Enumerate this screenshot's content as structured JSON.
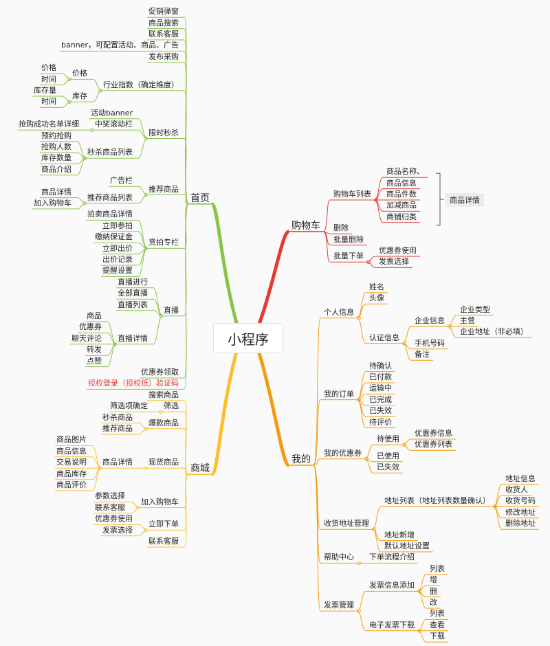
{
  "root": "小程序",
  "colors": {
    "green": "#8bc34a",
    "red": "#e53935",
    "yellow": "#fbc02d",
    "orange": "#f39c12"
  },
  "summary_label": "商品详情",
  "left": [
    {
      "id": "home",
      "label": "首页",
      "color": "#8bc34a",
      "children": [
        {
          "label": "促销弹窗"
        },
        {
          "label": "商品搜索"
        },
        {
          "label": "联系客服"
        },
        {
          "label": "banner，可配置活动、商品、广告"
        },
        {
          "label": "发布采购"
        },
        {
          "label": "行业指数（确定维度）",
          "children": [
            {
              "label": "价格",
              "children": [
                {
                  "label": "价格"
                },
                {
                  "label": "时间"
                }
              ]
            },
            {
              "label": "库存",
              "children": [
                {
                  "label": "库存量"
                },
                {
                  "label": "时间"
                }
              ]
            }
          ]
        },
        {
          "label": "限时秒杀",
          "children": [
            {
              "label": "活动banner"
            },
            {
              "label": "中奖滚动栏",
              "children": [
                {
                  "label": "抢购成功名单详细"
                }
              ]
            },
            {
              "label": "秒杀商品列表",
              "children": [
                {
                  "label": "预约抢购"
                },
                {
                  "label": "抢购人数"
                },
                {
                  "label": "库存数量"
                },
                {
                  "label": "商品介绍"
                }
              ]
            }
          ]
        },
        {
          "label": "推荐商品",
          "children": [
            {
              "label": "广告栏"
            },
            {
              "label": "推荐商品列表",
              "children": [
                {
                  "label": "商品详情"
                },
                {
                  "label": "加入购物车"
                }
              ]
            }
          ]
        },
        {
          "label": "竞拍专栏",
          "children": [
            {
              "label": "拍卖商品详情"
            },
            {
              "label": "立即参拍"
            },
            {
              "label": "缴纳保证金"
            },
            {
              "label": "立即出价"
            },
            {
              "label": "出价记录"
            },
            {
              "label": "提醒设置"
            }
          ]
        },
        {
          "label": "直播",
          "children": [
            {
              "label": "直播进行"
            },
            {
              "label": "全部直播"
            },
            {
              "label": "直播列表"
            },
            {
              "label": "直播详情",
              "children": [
                {
                  "label": "商品"
                },
                {
                  "label": "优惠券"
                },
                {
                  "label": "聊天评论"
                },
                {
                  "label": "转发"
                },
                {
                  "label": "点赞"
                }
              ]
            }
          ]
        },
        {
          "label": "优惠券领取"
        },
        {
          "label": "授权登录（授权低）验证码",
          "highlight": true
        }
      ]
    },
    {
      "id": "mall",
      "label": "商城",
      "color": "#fbc02d",
      "children": [
        {
          "label": "搜索商品"
        },
        {
          "label": "筛选",
          "children": [
            {
              "label": "筛选项确定"
            }
          ]
        },
        {
          "label": "爆款商品",
          "children": [
            {
              "label": "秒杀商品"
            },
            {
              "label": "推荐商品"
            }
          ]
        },
        {
          "label": "现货商品",
          "children": [
            {
              "label": "商品详情",
              "children": [
                {
                  "label": "商品图片"
                },
                {
                  "label": "商品信息"
                },
                {
                  "label": "交易说明"
                },
                {
                  "label": "商品库存"
                },
                {
                  "label": "商品评价"
                }
              ]
            }
          ]
        },
        {
          "label": "加入购物车",
          "children": [
            {
              "label": "参数选择"
            },
            {
              "label": "联系客服"
            }
          ]
        },
        {
          "label": "立即下单",
          "children": [
            {
              "label": "优惠券使用"
            },
            {
              "label": "发票选择"
            }
          ]
        },
        {
          "label": "联系客服"
        }
      ]
    }
  ],
  "right": [
    {
      "id": "cart",
      "label": "购物车",
      "color": "#e53935",
      "children": [
        {
          "label": "购物车列表",
          "children": [
            {
              "label": "商品名称、"
            },
            {
              "label": "商品信息"
            },
            {
              "label": "商品件数"
            },
            {
              "label": "加减商品"
            },
            {
              "label": "商铺归类"
            }
          ]
        },
        {
          "label": "删除"
        },
        {
          "label": "批量删除"
        },
        {
          "label": "批量下单",
          "children": [
            {
              "label": "优惠券使用"
            },
            {
              "label": "发票选择"
            }
          ]
        }
      ]
    },
    {
      "id": "mine",
      "label": "我的",
      "color": "#f39c12",
      "children": [
        {
          "label": "个人信息",
          "children": [
            {
              "label": "姓名"
            },
            {
              "label": "头像"
            },
            {
              "label": "认证信息",
              "children": [
                {
                  "label": "企业信息",
                  "children": [
                    {
                      "label": "企业类型"
                    },
                    {
                      "label": "主营"
                    },
                    {
                      "label": "企业地址（非必填）"
                    }
                  ]
                },
                {
                  "label": "手机号码"
                },
                {
                  "label": "备注"
                }
              ]
            }
          ]
        },
        {
          "label": "我的订单",
          "children": [
            {
              "label": "待确认"
            },
            {
              "label": "已付款"
            },
            {
              "label": "运输中"
            },
            {
              "label": "已完成"
            },
            {
              "label": "已失效"
            },
            {
              "label": "待评价"
            }
          ]
        },
        {
          "label": "我的优惠券",
          "children": [
            {
              "label": "待使用",
              "children": [
                {
                  "label": "优惠券信息"
                },
                {
                  "label": "优惠券列表"
                }
              ]
            },
            {
              "label": "已使用"
            },
            {
              "label": "已失效"
            }
          ]
        },
        {
          "label": "收货地址管理",
          "children": [
            {
              "label": "地址列表（地址列表数量确认）",
              "children": [
                {
                  "label": "地址信息"
                },
                {
                  "label": "收货人"
                },
                {
                  "label": "收货号码"
                },
                {
                  "label": "修改地址"
                },
                {
                  "label": "删除地址"
                }
              ]
            },
            {
              "label": "地址新增"
            },
            {
              "label": "默认地址设置"
            }
          ]
        },
        {
          "label": "帮助中心",
          "children": [
            {
              "label": "下单流程介绍"
            }
          ]
        },
        {
          "label": "发票管理",
          "children": [
            {
              "label": "发票信息添加",
              "children": [
                {
                  "label": "列表"
                },
                {
                  "label": "增"
                },
                {
                  "label": "删"
                },
                {
                  "label": "改"
                }
              ]
            },
            {
              "label": "电子发票下载",
              "children": [
                {
                  "label": "列表"
                },
                {
                  "label": "查看"
                },
                {
                  "label": "下载"
                }
              ]
            }
          ]
        }
      ]
    }
  ]
}
